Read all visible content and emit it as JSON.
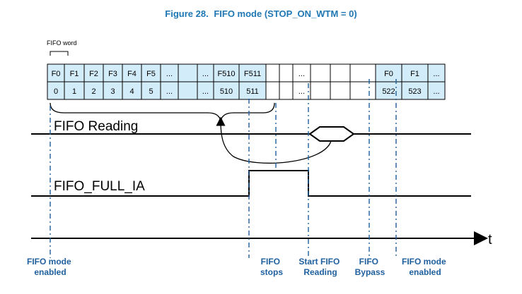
{
  "caption": {
    "figure_number": "Figure 28.",
    "title": "FIFO mode (STOP_ON_WTM = 0)"
  },
  "fifo_word_label": "FIFO word",
  "cells": [
    {
      "top": "F0",
      "bottom": "0",
      "shade": "blue"
    },
    {
      "top": "F1",
      "bottom": "1",
      "shade": "blue"
    },
    {
      "top": "F2",
      "bottom": "2",
      "shade": "blue"
    },
    {
      "top": "F3",
      "bottom": "3",
      "shade": "blue"
    },
    {
      "top": "F4",
      "bottom": "4",
      "shade": "blue"
    },
    {
      "top": "F5",
      "bottom": "5",
      "shade": "blue"
    },
    {
      "top": "...",
      "bottom": "...",
      "shade": "blue"
    },
    {
      "top": "",
      "bottom": "",
      "shade": "blue"
    },
    {
      "top": "...",
      "bottom": "...",
      "shade": "blue"
    },
    {
      "top": "F510",
      "bottom": "510",
      "shade": "blue"
    },
    {
      "top": "F511",
      "bottom": "511",
      "shade": "blue"
    },
    {
      "top": "",
      "bottom": "",
      "shade": "white"
    },
    {
      "top": "",
      "bottom": "",
      "shade": "white"
    },
    {
      "top": "...",
      "bottom": "...",
      "shade": "white"
    },
    {
      "top": "",
      "bottom": "",
      "shade": "white"
    },
    {
      "top": "",
      "bottom": "",
      "shade": "white"
    },
    {
      "top": "",
      "bottom": "",
      "shade": "white"
    },
    {
      "top": "F0",
      "bottom": "522",
      "shade": "blue"
    },
    {
      "top": "F1",
      "bottom": "523",
      "shade": "blue"
    },
    {
      "top": "...",
      "bottom": "...",
      "shade": "blue"
    }
  ],
  "signals": {
    "fifo_reading": "FIFO Reading",
    "fifo_full_ia": "FIFO_FULL_IA"
  },
  "axis_label": "t",
  "events": [
    {
      "id": "mode-enabled-1",
      "lines": [
        "FIFO mode",
        "enabled"
      ]
    },
    {
      "id": "fifo-stops",
      "lines": [
        "FIFO",
        "stops"
      ]
    },
    {
      "id": "start-reading",
      "lines": [
        "Start FIFO",
        "Reading"
      ]
    },
    {
      "id": "fifo-bypass",
      "lines": [
        "FIFO",
        "Bypass"
      ]
    },
    {
      "id": "mode-enabled-2",
      "lines": [
        "FIFO mode",
        "enabled"
      ]
    }
  ],
  "colors": {
    "cell_blue": "#d3ecf9",
    "cell_white": "#ffffff",
    "marker_line": "#1f5f9e",
    "caption": "#1f77b4",
    "event_text": "#1f5f9e"
  }
}
